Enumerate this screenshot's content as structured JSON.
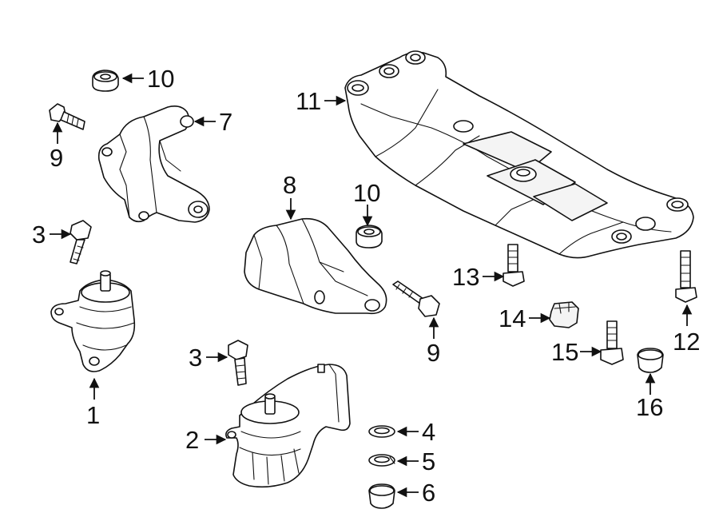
{
  "callouts": {
    "c1": "1",
    "c2": "2",
    "c3a": "3",
    "c3b": "3",
    "c4": "4",
    "c5": "5",
    "c6": "6",
    "c7": "7",
    "c8": "8",
    "c9a": "9",
    "c9b": "9",
    "c10a": "10",
    "c10b": "10",
    "c11": "11",
    "c12": "12",
    "c13": "13",
    "c14": "14",
    "c15": "15",
    "c16": "16"
  }
}
